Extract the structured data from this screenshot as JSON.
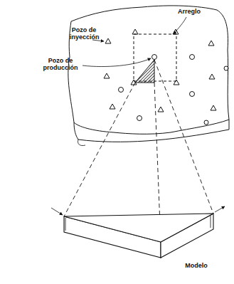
{
  "diagram": {
    "labels": [
      "Arreglo",
      "Pozo de inyección",
      "Pozo de producción",
      "Modelo"
    ]
  }
}
